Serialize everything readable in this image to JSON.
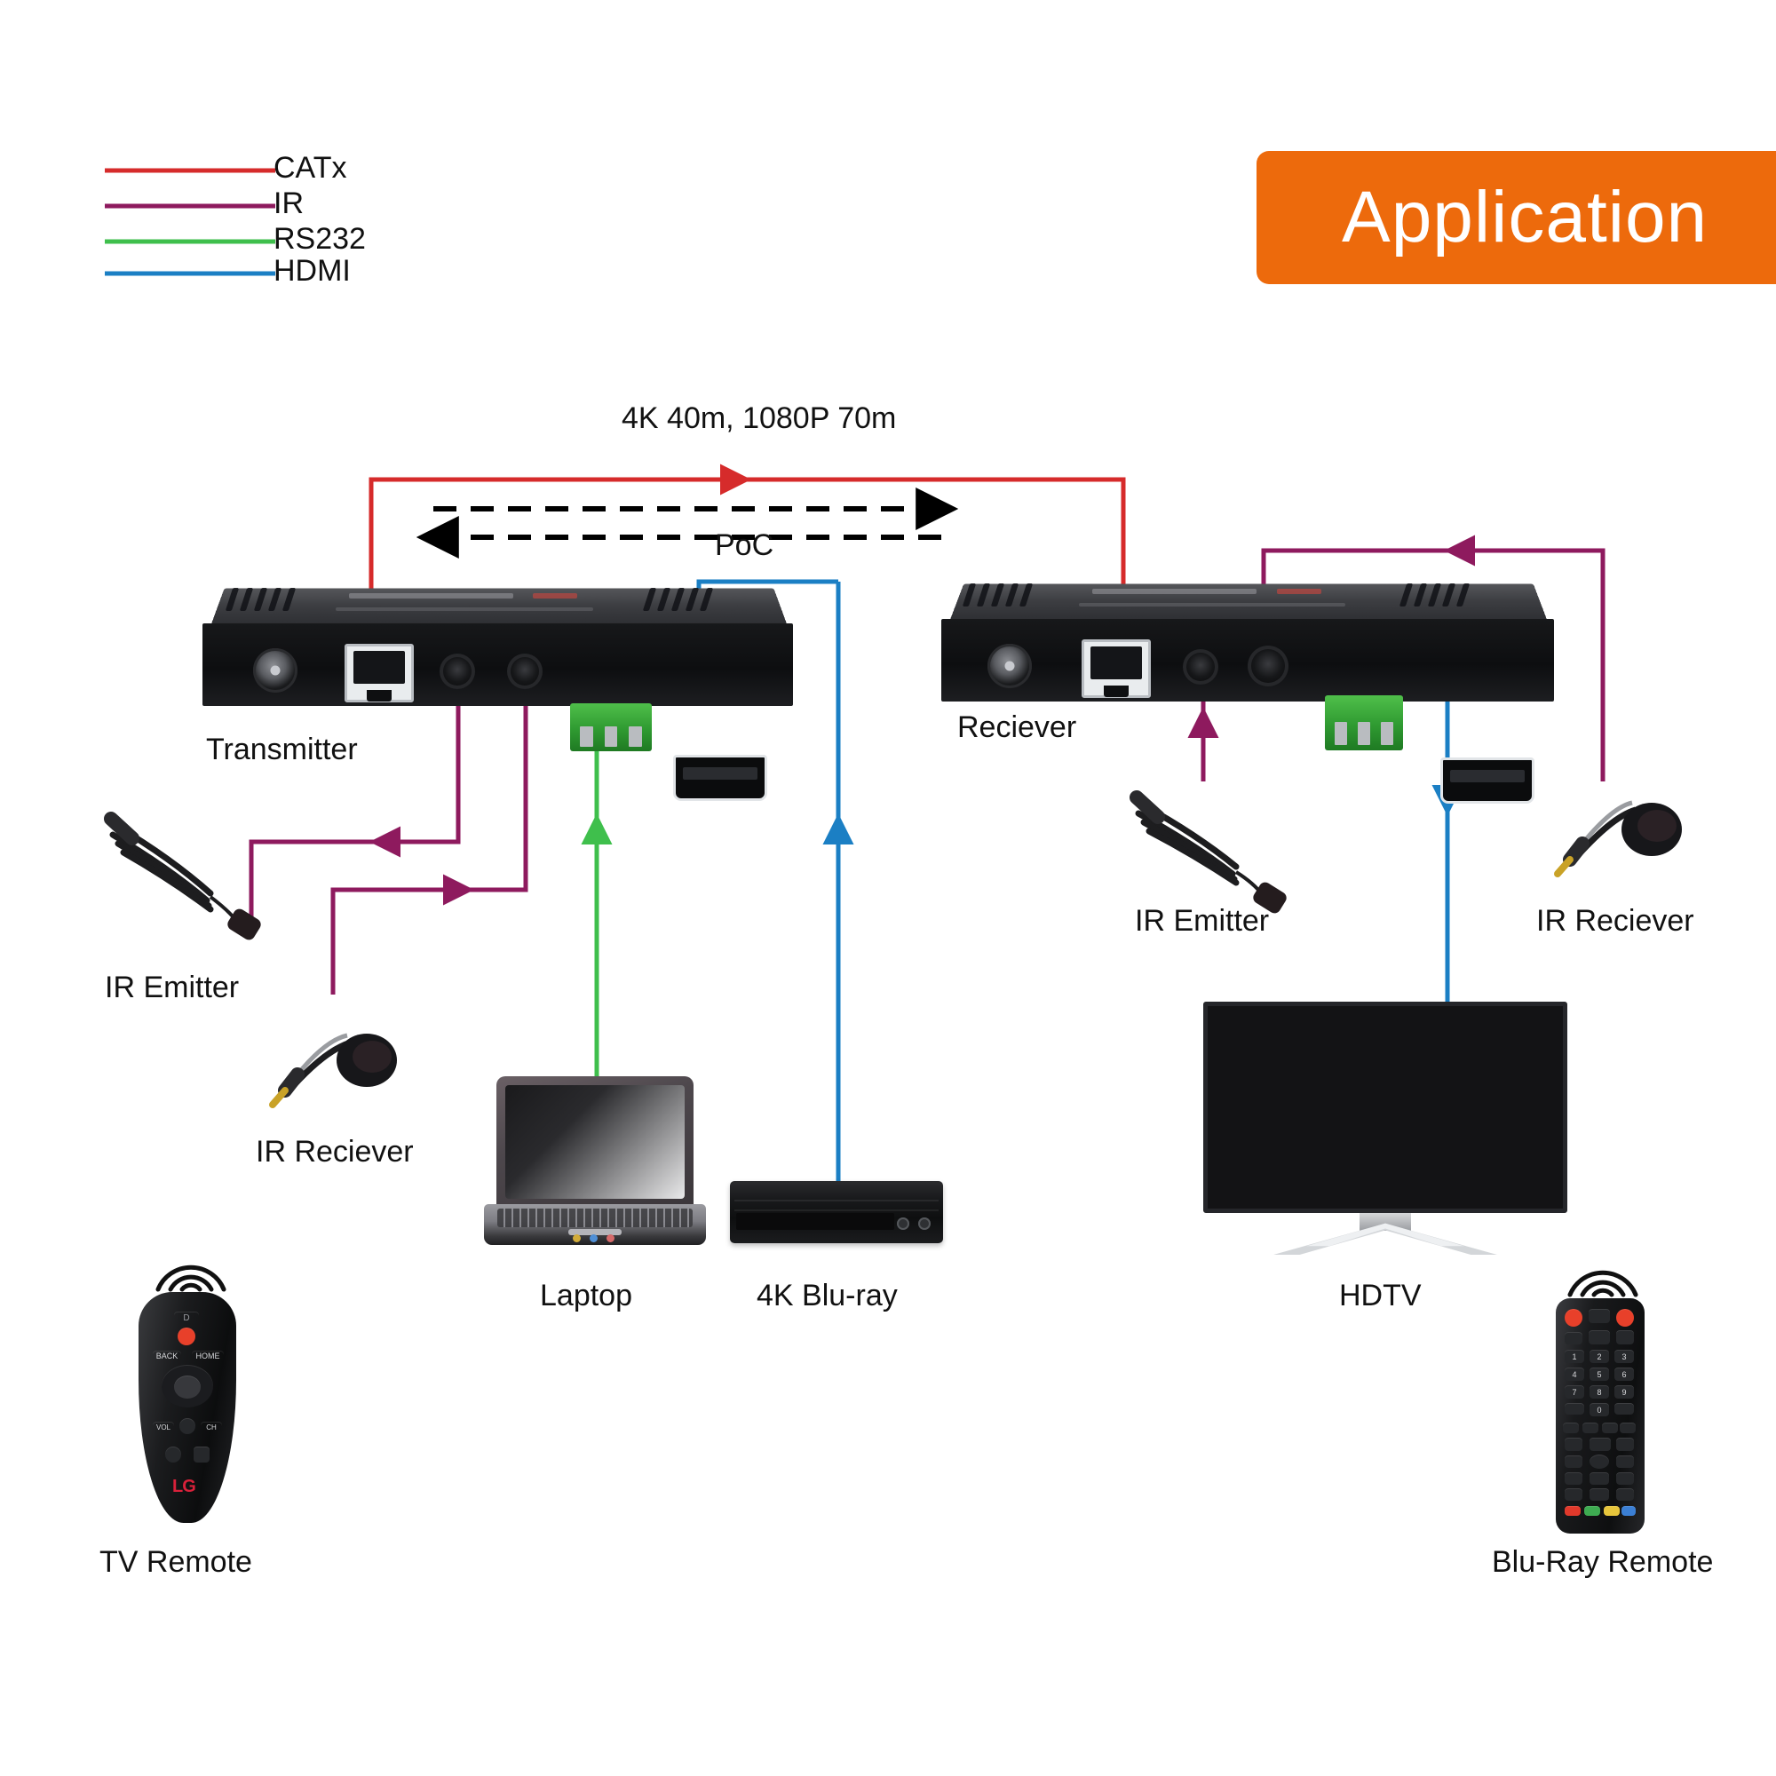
{
  "banner": {
    "title": "Application",
    "color": "#ED6A0C"
  },
  "legend": {
    "items": [
      {
        "label": "CATx",
        "color": "#D62B2B"
      },
      {
        "label": "IR",
        "color": "#8E1A5E"
      },
      {
        "label": "RS232",
        "color": "#3FBF4C"
      },
      {
        "label": "HDMI",
        "color": "#1B7FC4"
      }
    ]
  },
  "annotations": {
    "distance": "4K 40m, 1080P 70m",
    "poc": "PoC"
  },
  "devices": {
    "transmitter": {
      "label": "Transmitter"
    },
    "receiver": {
      "label": "Reciever"
    }
  },
  "left_side": {
    "ir_emitter": "IR Emitter",
    "ir_receiver": "IR Reciever",
    "laptop": "Laptop",
    "bluray": "4K Blu-ray",
    "tv_remote": "TV Remote"
  },
  "right_side": {
    "ir_emitter": "IR Emitter",
    "ir_receiver": "IR Reciever",
    "hdtv": "HDTV",
    "bluray_remote": "Blu-Ray Remote"
  },
  "ports": {
    "dc": "dc-power-port",
    "rj45": "rj45-port",
    "ir_tx": "ir-tx-jack",
    "ir_rx": "ir-rx-jack",
    "rs232": "rs232-terminal-block",
    "hdmi": "hdmi-port"
  },
  "remote_keys": {
    "lg": {
      "back": "BACK",
      "home": "HOME",
      "vol": "VOL",
      "ch": "CH",
      "brand": "LG"
    },
    "samsung": {
      "digits": [
        "1",
        "2",
        "3",
        "4",
        "5",
        "6",
        "7",
        "8",
        "9",
        "0"
      ]
    }
  }
}
